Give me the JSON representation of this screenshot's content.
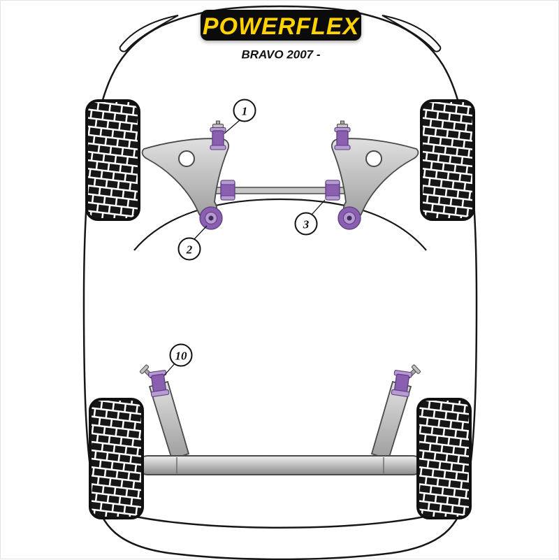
{
  "header": {
    "brand": "POWERFLEX",
    "model_label": "BRAVO 2007 -"
  },
  "callouts": [
    {
      "number": "1",
      "part": "front-arm-top-bush"
    },
    {
      "number": "2",
      "part": "front-arm-rear-bush"
    },
    {
      "number": "3",
      "part": "anti-roll-bar-bush"
    },
    {
      "number": "10",
      "part": "rear-beam-bush"
    }
  ],
  "colors": {
    "bush_purple": "#8a5fb0",
    "bush_purple_dark": "#5b3d7e",
    "bush_purple_light": "#b79ad1",
    "logo_yellow": "#ffd200",
    "logo_black": "#0b0b0b",
    "diagram_line": "#161616"
  }
}
